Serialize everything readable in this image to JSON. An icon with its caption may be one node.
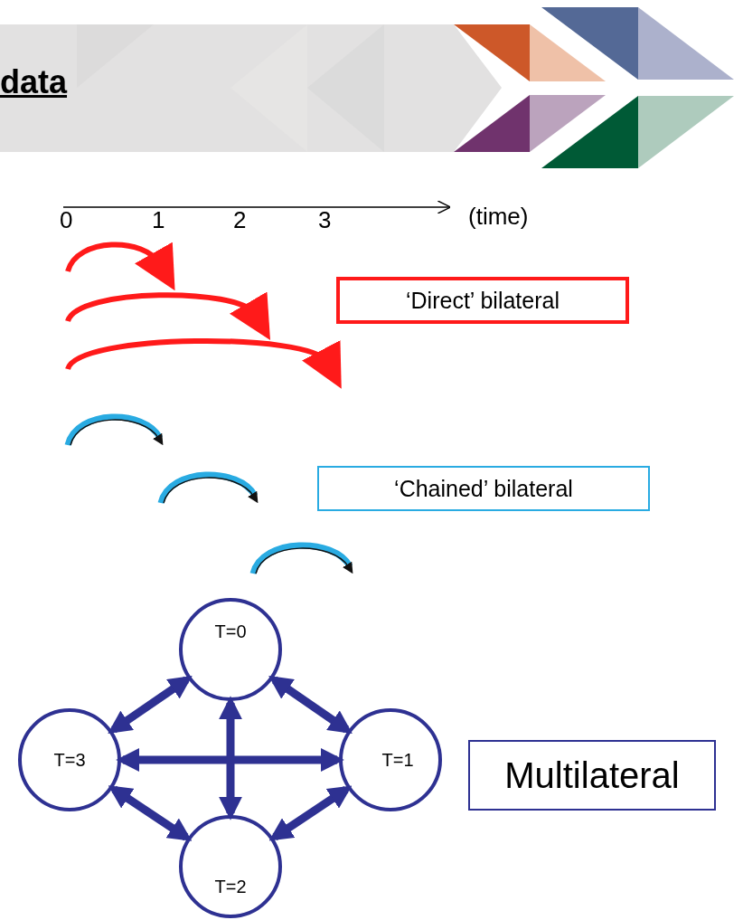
{
  "diagram": {
    "title": "data",
    "nodes": [
      {
        "text": [
          "‘Direct’ bilateral"
        ]
      },
      {
        "text": [
          "‘Chained’ bilateral"
        ]
      },
      {
        "text": [
          "T=0"
        ]
      },
      {
        "text": [
          "T=1"
        ]
      },
      {
        "text": [
          "T=2"
        ]
      },
      {
        "text": [
          "T=3"
        ]
      },
      {
        "text": [
          "Multilateral"
        ]
      }
    ],
    "edges": [
      {
        "from": 2,
        "to": 5,
        "arrow": "both"
      },
      {
        "from": 2,
        "to": 3,
        "arrow": "both"
      },
      {
        "from": 2,
        "to": 4,
        "arrow": "both"
      },
      {
        "from": 5,
        "to": 3,
        "arrow": "both"
      },
      {
        "from": 5,
        "to": 4,
        "arrow": "both"
      },
      {
        "from": 3,
        "to": 4,
        "arrow": "both"
      }
    ],
    "labels": [
      "0",
      "1",
      "2",
      "3",
      "(time)"
    ]
  }
}
